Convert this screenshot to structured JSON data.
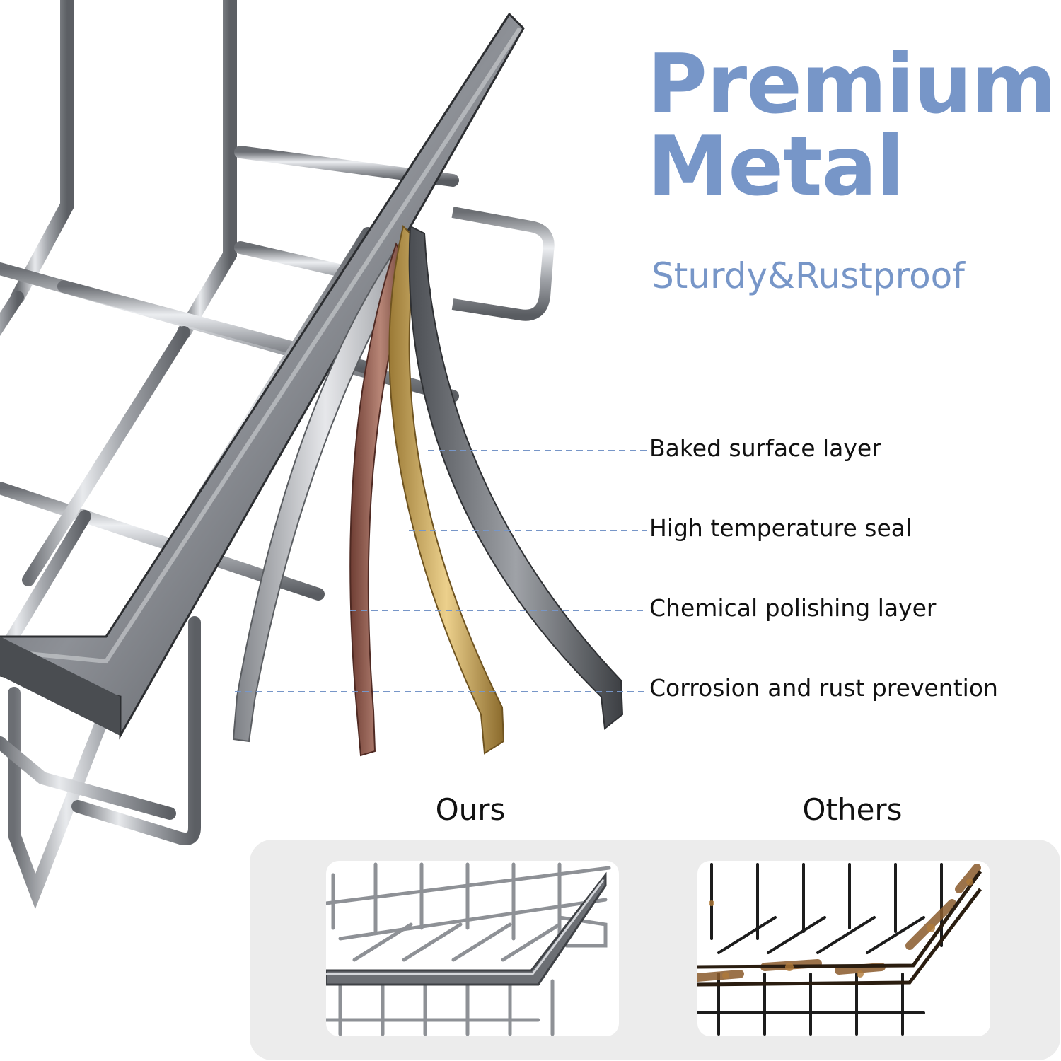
{
  "headline": {
    "line1": "Premium",
    "line2": "Metal",
    "subtitle": "Sturdy&Rustproof"
  },
  "layers": [
    {
      "label": "Baked surface layer"
    },
    {
      "label": "High temperature seal"
    },
    {
      "label": "Chemical polishing layer"
    },
    {
      "label": "Corrosion and rust prevention"
    }
  ],
  "comparison": {
    "ours_label": "Ours",
    "others_label": "Others"
  },
  "colors": {
    "accent_blue": "#7796c8",
    "chrome": "#9a9da3",
    "chrome_dark": "#55585d",
    "copper_layer": "#8c5a4b",
    "gold_layer": "#c9a45a",
    "rust": "#8a5a2b",
    "panel_bg": "#ececec"
  },
  "icons": {
    "hero": "chrome-wire-basket-icon",
    "layer_strips": "layered-metal-strips-icon",
    "ours_basket": "chrome-basket-icon",
    "others_basket": "rusty-basket-icon"
  }
}
